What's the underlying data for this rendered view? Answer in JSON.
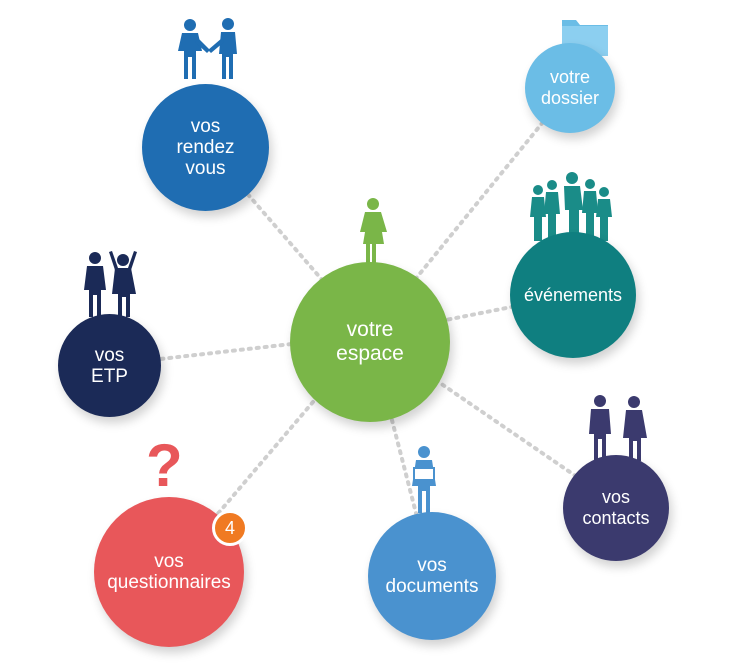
{
  "colors": {
    "center": "#7ab648",
    "rendezvous": "#1f6db2",
    "dossier": "#6bbde6",
    "evenements": "#0f7f80",
    "etp": "#1b2a57",
    "contacts": "#3b3a6e",
    "documents": "#4a92cf",
    "questionnaires": "#e8575a",
    "badge": "#f07a22",
    "connector": "#c9c9c9"
  },
  "center": {
    "label": "votre\nespace"
  },
  "nodes": {
    "rendezvous": {
      "label": "vos\nrendez\nvous",
      "icon": "handshake-people-icon"
    },
    "dossier": {
      "label": "votre\ndossier",
      "icon": "folder-icon"
    },
    "evenements": {
      "label": "événements",
      "icon": "group-people-icon"
    },
    "etp": {
      "label": "vos\nETP",
      "icon": "cheering-people-icon"
    },
    "contacts": {
      "label": "vos\ncontacts",
      "icon": "two-people-icon"
    },
    "documents": {
      "label": "vos\ndocuments",
      "icon": "person-reading-icon"
    },
    "questionnaires": {
      "label": "vos\nquestionnaires",
      "icon": "question-mark-icon",
      "badge": "4"
    }
  }
}
